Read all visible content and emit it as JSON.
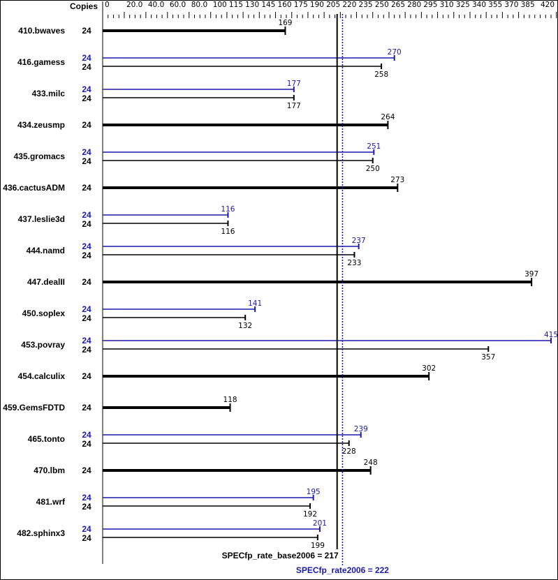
{
  "chart_data": {
    "type": "bar",
    "orientation": "horizontal",
    "copies_header": "Copies",
    "xlim": [
      0,
      420
    ],
    "ticks": [
      "0",
      "20.0",
      "40.0",
      "60.0",
      "80.0",
      "100",
      "115",
      "130",
      "145",
      "160",
      "175",
      "190",
      "205",
      "220",
      "235",
      "250",
      "265",
      "280",
      "295",
      "310",
      "325",
      "340",
      "355",
      "370",
      "385",
      "420"
    ],
    "tick_values": [
      0,
      20,
      40,
      60,
      80,
      100,
      115,
      130,
      145,
      160,
      175,
      190,
      205,
      220,
      235,
      250,
      265,
      280,
      295,
      310,
      325,
      340,
      355,
      370,
      385,
      420
    ],
    "colors": {
      "base": "#000000",
      "peak": "#1a1aaa"
    },
    "categories": [
      "410.bwaves",
      "416.gamess",
      "433.milc",
      "434.zeusmp",
      "435.gromacs",
      "436.cactusADM",
      "437.leslie3d",
      "444.namd",
      "447.dealII",
      "450.soplex",
      "453.povray",
      "454.calculix",
      "459.GemsFDTD",
      "465.tonto",
      "470.lbm",
      "481.wrf",
      "482.sphinx3"
    ],
    "series": [
      {
        "name": "base",
        "copies": [
          24,
          24,
          24,
          24,
          24,
          24,
          24,
          24,
          24,
          24,
          24,
          24,
          24,
          24,
          24,
          24,
          24
        ],
        "values": [
          169,
          258,
          177,
          264,
          250,
          273,
          116,
          233,
          397,
          132,
          357,
          302,
          118,
          228,
          248,
          192,
          199
        ]
      },
      {
        "name": "peak",
        "copies": [
          null,
          24,
          24,
          null,
          24,
          null,
          24,
          24,
          null,
          24,
          24,
          null,
          null,
          24,
          null,
          24,
          24
        ],
        "values": [
          null,
          270,
          177,
          null,
          251,
          null,
          116,
          237,
          null,
          141,
          415,
          null,
          null,
          239,
          null,
          195,
          201
        ]
      }
    ],
    "base_mean": {
      "label": "SPECfp_rate_base2006 = 217",
      "value": 217
    },
    "peak_mean": {
      "label": "SPECfp_rate2006 = 222",
      "value": 222
    }
  }
}
